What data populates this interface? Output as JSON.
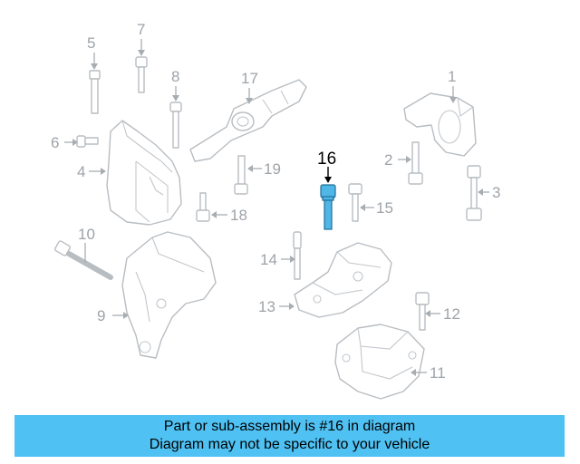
{
  "diagram": {
    "highlighted_part": "16",
    "highlight_color": "#4fb6e6",
    "callouts": {
      "c1": "1",
      "c2": "2",
      "c3": "3",
      "c4": "4",
      "c5": "5",
      "c6": "6",
      "c7": "7",
      "c8": "8",
      "c9": "9",
      "c10": "10",
      "c11": "11",
      "c12": "12",
      "c13": "13",
      "c14": "14",
      "c15": "15",
      "c17": "17",
      "c18": "18",
      "c19": "19"
    }
  },
  "caption": {
    "line1": "Part or sub-assembly is #16 in diagram",
    "line2": "Diagram may not be specific to your vehicle",
    "background": "#4fc1f2"
  }
}
